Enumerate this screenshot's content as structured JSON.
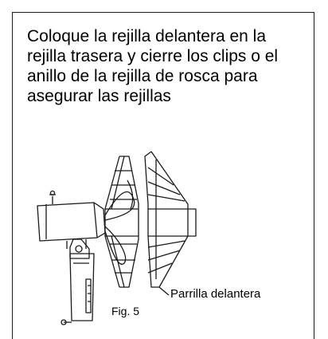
{
  "instruction": "Coloque la rejilla delantera en la rejilla trasera y cierre los clips o el anillo de la rejilla de rosca para asegurar las rejillas",
  "figure": {
    "label": "Fig. 5",
    "callout": "Parrilla delantera"
  },
  "colors": {
    "line": "#1a1a1a",
    "background": "#ffffff"
  }
}
